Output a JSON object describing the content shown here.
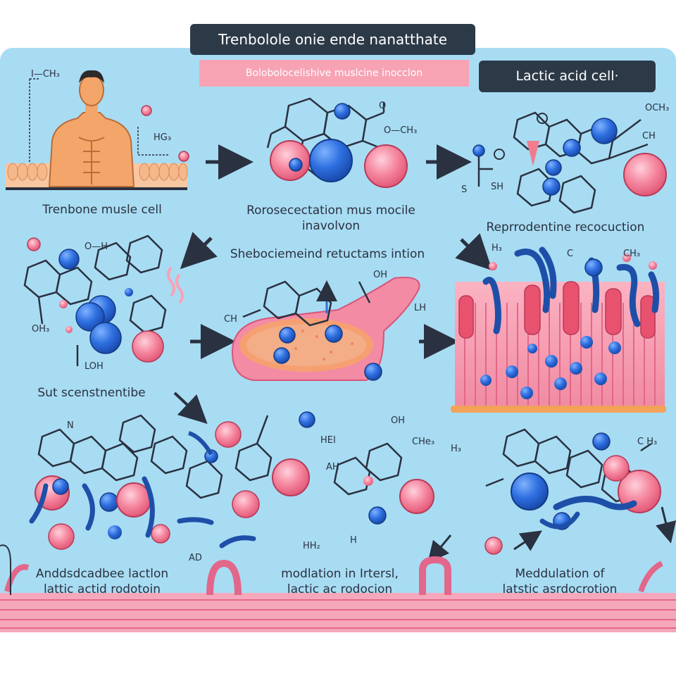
{
  "header": {
    "title": "Trenbolole onie ende nanatthate",
    "subtitle": "Bolobolocelishive muslcine inocclon",
    "side_title": "Lactic acid cell·"
  },
  "panels": {
    "p1": "Trenbone musle cell",
    "p2": "Rorosecectation mus mocile\ninavolvon",
    "p3": "Reprrodentine recocuction",
    "p4": "Shebociemeind retuctams intion",
    "p5": "Sut scenstnentibe",
    "p6": "Anddsdcadbee lactlon\nlattic actid rodotoin",
    "p7": "modlation in Irtersl,\nlactic ac rodocion",
    "p8": "Meddulation of\nlatstic asrdocrotion"
  },
  "molecule_labels": [
    "I—CH₃",
    "HG₃",
    "O—CH₃",
    "O",
    "OCH₃",
    "CH",
    "S",
    "SH",
    "H₃",
    "C",
    "CH₃",
    "O—H",
    "OH₃",
    "OH",
    "LOH",
    "CH",
    "LH",
    "AH",
    "HEI",
    "OH",
    "CHe₃",
    "H₃",
    "HH₂",
    "AD",
    "H",
    "C H₃",
    "N"
  ],
  "colors": {
    "background": "#a8dcf3",
    "pink_sphere": "#f27a93",
    "blue_sphere": "#2f6fd6",
    "membrane": "#f39ab0",
    "title_box": "#2c3a48",
    "subtitle_box": "#f7a3b4"
  }
}
